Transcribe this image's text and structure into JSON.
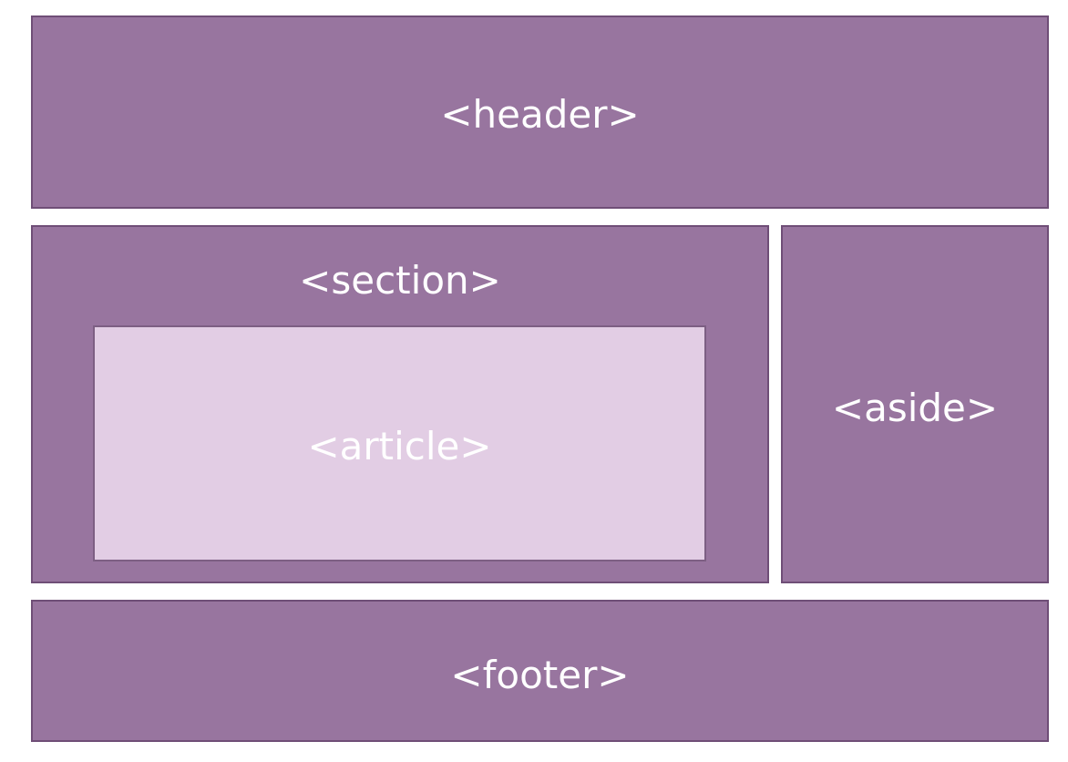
{
  "colors": {
    "block_fill": "#98759f",
    "block_border": "#6f4e77",
    "article_fill": "#e2cde4",
    "label_text": "#ffffff"
  },
  "blocks": {
    "header": {
      "label": "<header>"
    },
    "section": {
      "label": "<section>"
    },
    "article": {
      "label": "<article>"
    },
    "aside": {
      "label": "<aside>"
    },
    "footer": {
      "label": "<footer>"
    }
  }
}
